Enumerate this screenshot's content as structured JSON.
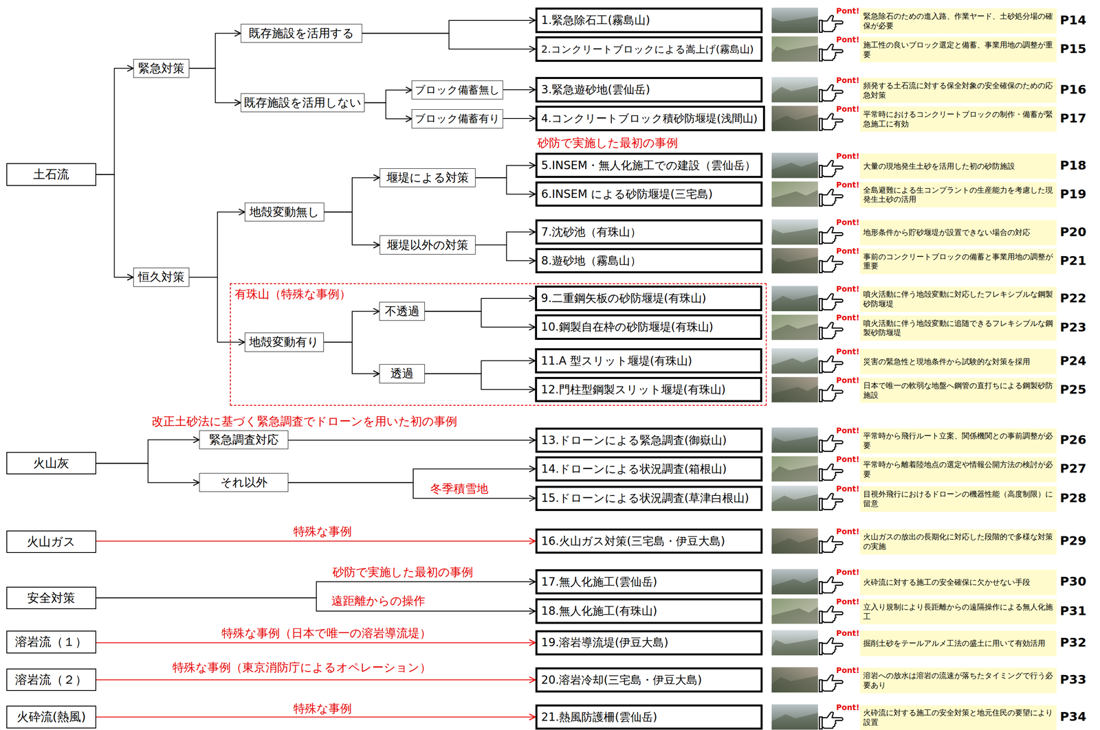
{
  "diagram": {
    "nodes": [
      {
        "text": [
          "土石流"
        ]
      },
      {
        "text": [
          "緊急対策"
        ]
      },
      {
        "text": [
          "恒久対策"
        ]
      },
      {
        "text": [
          "既存施設を活用する"
        ]
      },
      {
        "text": [
          "既存施設を活用しない"
        ]
      },
      {
        "text": [
          "ブロック備蓄無し"
        ]
      },
      {
        "text": [
          "ブロック備蓄有り"
        ]
      },
      {
        "text": [
          "地殻変動無し"
        ]
      },
      {
        "text": [
          "堰堤による対策"
        ]
      },
      {
        "text": [
          "堰堤以外の対策"
        ]
      },
      {
        "text": [
          "有珠山（特殊な事例）"
        ]
      },
      {
        "text": [
          "地殻変動有り"
        ],
        "in": 10
      },
      {
        "text": [
          "不透過"
        ],
        "in": 10
      },
      {
        "text": [
          "透過"
        ],
        "in": 10
      },
      {
        "text": [
          "火山灰"
        ]
      },
      {
        "text": [
          "緊急調査対応"
        ]
      },
      {
        "text": [
          "それ以外"
        ]
      },
      {
        "text": [
          "火山ガス"
        ]
      },
      {
        "text": [
          "安全対策"
        ]
      },
      {
        "text": [
          "溶岩流（１）"
        ]
      },
      {
        "text": [
          "溶岩流（２）"
        ]
      },
      {
        "text": [
          "火砕流(熱風)"
        ]
      },
      {
        "text": [
          "1.緊急除石工(霧島山)"
        ]
      },
      {
        "text": [
          "2.コンクリートブロックによる嵩上げ(霧島山)"
        ]
      },
      {
        "text": [
          "3.緊急遊砂地(雲仙岳)"
        ]
      },
      {
        "text": [
          "4.コンクリートブロック積砂防堰堤(浅間山)"
        ]
      },
      {
        "text": [
          "5.INSEM・無人化施工での建設（雲仙岳）"
        ]
      },
      {
        "text": [
          "6.INSEM による砂防堰堤(三宅島)"
        ]
      },
      {
        "text": [
          "7.沈砂池（有珠山）"
        ]
      },
      {
        "text": [
          "8.遊砂地（霧島山）"
        ]
      },
      {
        "text": [
          "9.二重鋼矢板の砂防堰堤(有珠山)"
        ],
        "in": 10
      },
      {
        "text": [
          "10.鋼製自在枠の砂防堰堤(有珠山)"
        ],
        "in": 10
      },
      {
        "text": [
          "11.A 型スリット堰堤(有珠山)"
        ],
        "in": 10
      },
      {
        "text": [
          "12.門柱型鋼製スリット堰堤(有珠山)"
        ],
        "in": 10
      },
      {
        "text": [
          "13.ドローンによる緊急調査(御嶽山)"
        ]
      },
      {
        "text": [
          "14.ドローンによる状況調査(箱根山)"
        ]
      },
      {
        "text": [
          "15.ドローンによる状況調査(草津白根山)"
        ]
      },
      {
        "text": [
          "16.火山ガス対策(三宅島・伊豆大島)"
        ]
      },
      {
        "text": [
          "17.無人化施工(雲仙岳)"
        ]
      },
      {
        "text": [
          "18.無人化施工(有珠山)"
        ]
      },
      {
        "text": [
          "19.溶岩導流堤(伊豆大島)"
        ]
      },
      {
        "text": [
          "20.溶岩冷却(三宅島・伊豆大島)"
        ]
      },
      {
        "text": [
          "21.熱風防護柵(雲仙岳)"
        ]
      },
      {
        "text": [
          "緊急除石のための進入路、作業ヤード、土砂処分場の確保が必要"
        ]
      },
      {
        "text": [
          "施工性の良いブロック選定と備蓄、事業用地の調整が重要"
        ]
      },
      {
        "text": [
          "頻発する土石流に対する保全対象の安全確保のための応急対策"
        ]
      },
      {
        "text": [
          "平常時におけるコンクリートブロックの制作・備蓄が緊急施工に有効"
        ]
      },
      {
        "text": [
          "大量の現地発生土砂を活用した初の砂防施設"
        ]
      },
      {
        "text": [
          "全島避難による生コンプラントの生産能力を考慮した現発生土砂の活用"
        ]
      },
      {
        "text": [
          "地形条件から貯砂堰堤が設置できない場合の対応"
        ]
      },
      {
        "text": [
          "事前のコンクリートブロックの備蓄と事業用地の調整が重要"
        ]
      },
      {
        "text": [
          "噴火活動に伴う地殻変動に対応したフレキシブルな鋼製砂防堰堤"
        ]
      },
      {
        "text": [
          "噴火活動に伴う地殻変動に追随できるフレキシブルな鋼製砂防堰堤"
        ]
      },
      {
        "text": [
          "災害の緊急性と現地条件から試験的な対策を採用"
        ]
      },
      {
        "text": [
          "日本で唯一の軟弱な地盤へ鋼管の直打ちによる鋼製砂防施設"
        ]
      },
      {
        "text": [
          "平常時から飛行ルート立案、関係機関との事前調整が必要"
        ]
      },
      {
        "text": [
          "平常時から離着陸地点の選定や情報公開方法の検討が必要"
        ]
      },
      {
        "text": [
          "目視外飛行におけるドローンの機器性能（高度制限）に留意"
        ]
      },
      {
        "text": [
          "火山ガスの放出の長期化に対応した段階的で多様な対策の実施"
        ]
      },
      {
        "text": [
          "火砕流に対する施工の安全確保に欠かせない手段"
        ]
      },
      {
        "text": [
          "立入り規制により長距離からの遠隔操作による無人化施工"
        ]
      },
      {
        "text": [
          "掘削土砂をテールアルメ工法の盛土に用いて有効活用"
        ]
      },
      {
        "text": [
          "溶岩への放水は溶岩の流速が落ちたタイミングで行う必要あり"
        ]
      },
      {
        "text": [
          "火砕流に対する施工の安全対策と地元住民の要望により設置"
        ]
      }
    ],
    "edges": [
      {
        "from": 0,
        "to": 1,
        "arrow": "to"
      },
      {
        "from": 0,
        "to": 2,
        "arrow": "to"
      },
      {
        "from": 1,
        "to": 3,
        "arrow": "to"
      },
      {
        "from": 1,
        "to": 4,
        "arrow": "to"
      },
      {
        "from": 3,
        "to": 22,
        "arrow": "to"
      },
      {
        "from": 3,
        "to": 23,
        "arrow": "to"
      },
      {
        "from": 4,
        "to": 5,
        "arrow": "to"
      },
      {
        "from": 4,
        "to": 6,
        "arrow": "to"
      },
      {
        "from": 5,
        "to": 24,
        "arrow": "to"
      },
      {
        "from": 6,
        "to": 25,
        "arrow": "to"
      },
      {
        "from": 2,
        "to": 7,
        "arrow": "to"
      },
      {
        "from": 2,
        "to": 11,
        "arrow": "to"
      },
      {
        "from": 7,
        "to": 8,
        "arrow": "to"
      },
      {
        "from": 7,
        "to": 9,
        "arrow": "to"
      },
      {
        "from": 8,
        "to": 26,
        "arrow": "to"
      },
      {
        "from": 8,
        "to": 27,
        "arrow": "to"
      },
      {
        "from": 9,
        "to": 28,
        "arrow": "to"
      },
      {
        "from": 9,
        "to": 29,
        "arrow": "to"
      },
      {
        "from": 11,
        "to": 12,
        "arrow": "to"
      },
      {
        "from": 11,
        "to": 13,
        "arrow": "to"
      },
      {
        "from": 12,
        "to": 30,
        "arrow": "to"
      },
      {
        "from": 12,
        "to": 31,
        "arrow": "to"
      },
      {
        "from": 13,
        "to": 32,
        "arrow": "to"
      },
      {
        "from": 13,
        "to": 33,
        "arrow": "to"
      },
      {
        "from": 14,
        "to": 15,
        "arrow": "to"
      },
      {
        "from": 14,
        "to": 16,
        "arrow": "to"
      },
      {
        "from": 15,
        "to": 34,
        "arrow": "to"
      },
      {
        "from": 16,
        "to": 35,
        "arrow": "to"
      },
      {
        "from": 16,
        "to": 36,
        "arrow": "to",
        "label": "冬季積雪地"
      },
      {
        "from": 17,
        "to": 37,
        "arrow": "to",
        "label": "特殊な事例"
      },
      {
        "from": 18,
        "to": 38,
        "arrow": "to",
        "label": "砂防で実施した最初の事例"
      },
      {
        "from": 18,
        "to": 39,
        "arrow": "to",
        "label": "遠距離からの操作"
      },
      {
        "from": 19,
        "to": 40,
        "arrow": "to",
        "label": "特殊な事例（日本で唯一の溶岩導流堤）"
      },
      {
        "from": 20,
        "to": 41,
        "arrow": "to",
        "label": "特殊な事例（東京消防庁によるオペレーション）"
      },
      {
        "from": 21,
        "to": 42,
        "arrow": "to",
        "label": "特殊な事例"
      }
    ],
    "labels": [
      "砂防で実施した最初の事例",
      "改正土砂法に基づく緊急調査でドローンを用いた初の事例",
      "Pont!",
      "P14",
      "Pont!",
      "P15",
      "Pont!",
      "P16",
      "Pont!",
      "P17",
      "Pont!",
      "P18",
      "Pont!",
      "P19",
      "Pont!",
      "P20",
      "Pont!",
      "P21",
      "Pont!",
      "P22",
      "Pont!",
      "P23",
      "Pont!",
      "P24",
      "Pont!",
      "P25",
      "Pont!",
      "P26",
      "Pont!",
      "P27",
      "Pont!",
      "P28",
      "Pont!",
      "P29",
      "Pont!",
      "P30",
      "Pont!",
      "P31",
      "Pont!",
      "P32",
      "Pont!",
      "P33",
      "Pont!",
      "P34"
    ]
  }
}
